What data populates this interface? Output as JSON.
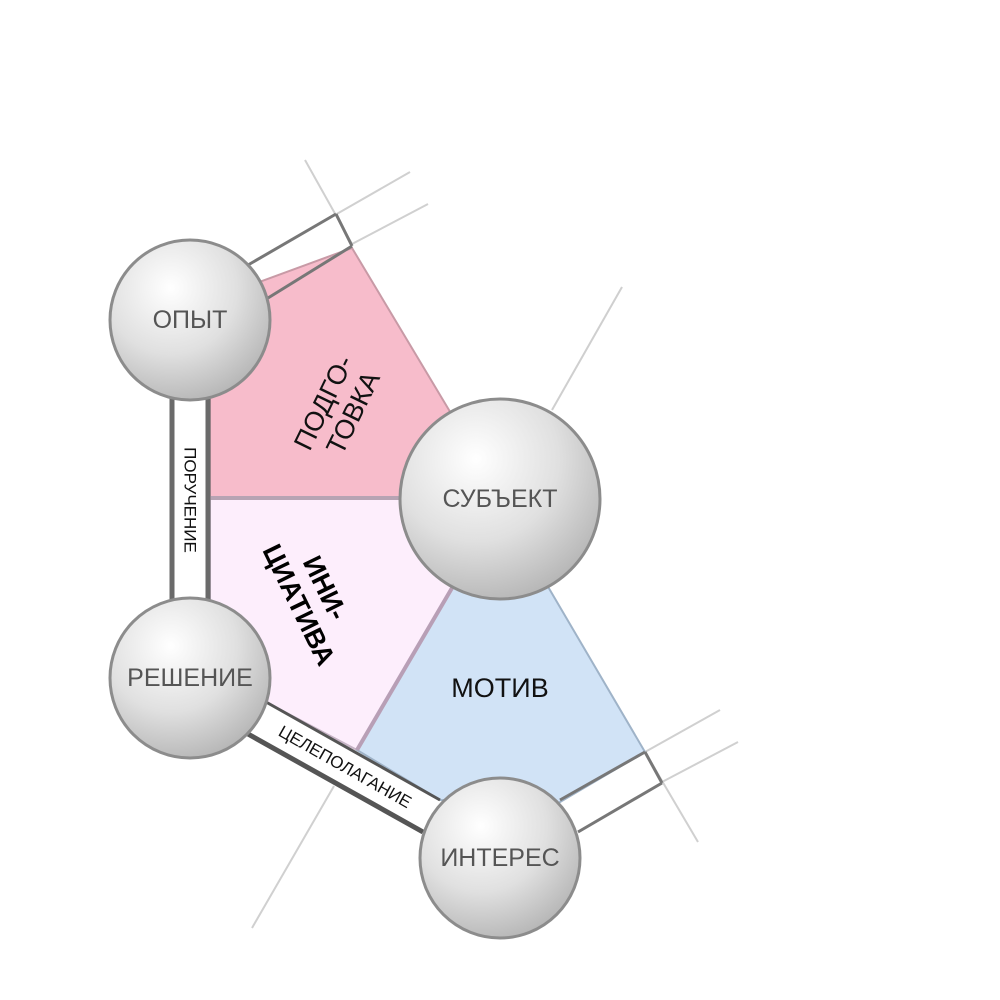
{
  "nodes": {
    "opyt": "ОПЫТ",
    "subekt": "СУБЪЕКТ",
    "reshenie": "РЕШЕНИЕ",
    "interes": "ИНТЕРЕС"
  },
  "sectors": {
    "podgotovka": [
      "ПОДГО-",
      "ТОВКА"
    ],
    "iniciativa": [
      "ИНИ-",
      "ЦИАТИВА"
    ],
    "motiv": "МОТИВ"
  },
  "edges": {
    "poruchenie": "ПОРУЧЕНИЕ",
    "celepolaganie": "ЦЕЛЕПОЛАГАНИЕ"
  },
  "colors": {
    "podgotovka": "#f7bccb",
    "iniciativa": "#fdeefc",
    "motiv": "#d1e3f6",
    "node_fill": "#d8d8d8",
    "node_stroke": "#8c8c8c"
  }
}
